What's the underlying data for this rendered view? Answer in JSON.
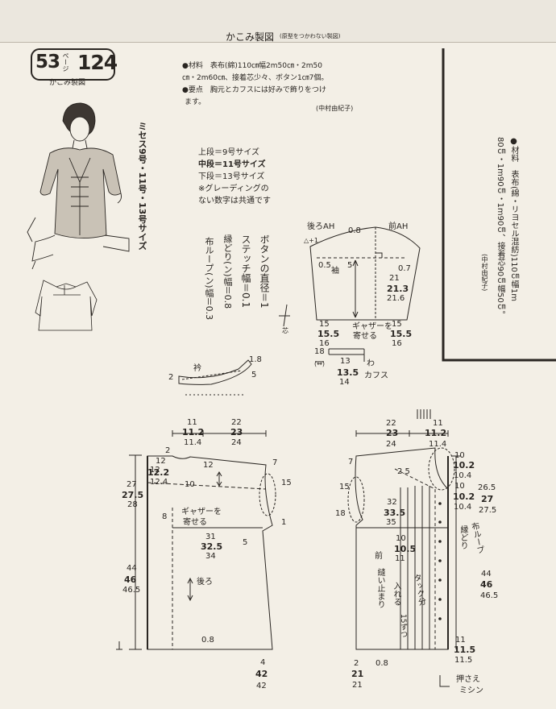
{
  "header": {
    "title": "かこみ製図",
    "subtitle": "(原型をつかわない製図)"
  },
  "badge": {
    "page_number": "53",
    "page_label": "ページ",
    "pattern_number": "124",
    "caption": "かこみ製図"
  },
  "materials": {
    "line1": "●材料　表布(綿)110㎝幅2m50㎝・2m50",
    "line2": "㎝・2m60㎝、接着芯少々、ボタン1㎝7個。",
    "line3": "●要点　胸元とカフスには好みで飾りをつけ",
    "line4": "ます。",
    "credit": "(中村由紀子)"
  },
  "sizes_vertical": "ミセス9号・11号・13号サイズ",
  "size_legend": {
    "upper": "上段＝9号サイズ",
    "middle": "中段＝11号サイズ",
    "lower": "下段＝13号サイズ",
    "note1": "※グレーディングの",
    "note2": "ない数字は共通です"
  },
  "notes_vertical": {
    "button": "ボタンの直径＝1",
    "stitch": "ステッチ幅＝0.1",
    "binding": "縁どり(ン)幅＝0.8",
    "loop": "布ループ(ン)幅＝0.3"
  },
  "right_box": {
    "materials": "●材料　表布(綿・リヨセル混紡)110㎝幅1m",
    "dims": "80㎝・1m90㎝・1m90㎝、接着芯90㎝幅50㎝。",
    "credit": "(中村由紀子)"
  },
  "sleeve": {
    "back_ah": "後ろAH",
    "front_ah": "前AH",
    "plus1": "△+1",
    "top": "0.8",
    "left_05": "0.5",
    "right_07": "0.7",
    "name": "袖",
    "five": "5",
    "len_9": "21",
    "len_11": "21.3",
    "len_13": "21.6",
    "gather1": "ギャザーを",
    "gather2": "寄せる",
    "w_l_9": "15",
    "w_l_11": "15.5",
    "w_l_13": "16",
    "w_r_9": "15",
    "w_r_11": "15.5",
    "w_r_13": "16",
    "core": "芯"
  },
  "cuff": {
    "h": "18",
    "len_9": "13",
    "len_11": "13.5",
    "len_13": "14",
    "name": "カフス",
    "arrow": "(↔)",
    "wa": "わ"
  },
  "collar": {
    "name": "衿",
    "two": "2",
    "h": "1.8",
    "five": "5"
  },
  "back": {
    "top_l_9": "11",
    "top_l_11": "11.2",
    "top_l_13": "11.4",
    "top_r_9": "22",
    "top_r_11": "23",
    "top_r_13": "24",
    "two": "2",
    "twelve_a": "12",
    "twelve_b": "12",
    "seven": "7",
    "side_9": "12",
    "side_11": "12.2",
    "side_13": "12.4",
    "arm_9": "27",
    "arm_11": "27.5",
    "arm_13": "28",
    "ten": "10",
    "eight": "8",
    "fifteen": "15",
    "gather1": "ギャザーを",
    "gather2": "寄せる",
    "w_9": "31",
    "w_11": "32.5",
    "w_13": "34",
    "five": "5",
    "one": "1",
    "len_9": "44",
    "len_11": "46",
    "len_13": "46.5",
    "name": "後ろ",
    "hem": "0.8",
    "foot_9": "4",
    "foot_11": "42",
    "foot_13": "42"
  },
  "front": {
    "top_l_9": "22",
    "top_l_11": "23",
    "top_l_13": "24",
    "top_r_9": "11",
    "top_r_11": "11.2",
    "top_r_13": "11.4",
    "seven": "7",
    "twentyfive": "2.5",
    "neck_9": "10",
    "neck_11": "10.2",
    "neck_13": "10.4",
    "fifteen_a": "15",
    "eighteen": "18",
    "w_9": "32",
    "w_11": "33.5",
    "w_13": "35",
    "arm_9": "26.5",
    "arm_11": "27",
    "arm_13": "27.5",
    "yoke_9": "10",
    "yoke_11": "10.2",
    "yoke_13": "10.4",
    "name": "前",
    "pos_9": "10",
    "pos_11": "10.5",
    "pos_13": "11",
    "sew1": "縫い止まり",
    "tuck1": "タック分",
    "tuck2": "入れる",
    "tuck3": "15ずつ",
    "loop": "布ループ",
    "binding": "縁どり",
    "len_9": "44",
    "len_11": "46",
    "len_13": "46.5",
    "hem_9": "11",
    "hem_11": "11.5",
    "hem_13": "11.5",
    "foot_9": "2",
    "foot_11": "21",
    "foot_13": "21",
    "hem": "0.8",
    "press1": "押さえ",
    "press2": "ミシン"
  }
}
